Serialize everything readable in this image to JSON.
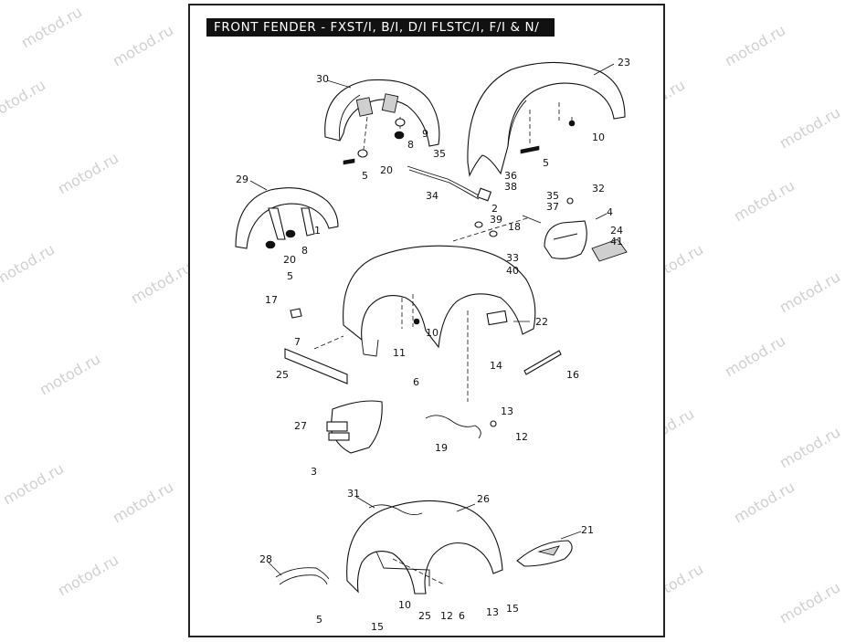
{
  "title": "FRONT FENDER - FXST/I, B/I, D/I FLSTC/I, F/I & N/",
  "watermark": "motod.ru",
  "callouts": {
    "c1": "1",
    "c2": "2",
    "c3": "3",
    "c4": "4",
    "c5a": "5",
    "c5b": "5",
    "c5c": "5",
    "c5d": "5",
    "c6a": "6",
    "c6b": "6",
    "c7": "7",
    "c8a": "8",
    "c8b": "8",
    "c9": "9",
    "c10a": "10",
    "c10b": "10",
    "c10c": "10",
    "c11": "11",
    "c12a": "12",
    "c12b": "12",
    "c13a": "13",
    "c13b": "13",
    "c14": "14",
    "c15a": "15",
    "c15b": "15",
    "c16": "16",
    "c17": "17",
    "c18": "18",
    "c19": "19",
    "c20a": "20",
    "c20b": "20",
    "c21": "21",
    "c22": "22",
    "c23": "23",
    "c24": "24",
    "c25a": "25",
    "c25b": "25",
    "c26": "26",
    "c27": "27",
    "c28": "28",
    "c29": "29",
    "c30": "30",
    "c31": "31",
    "c32": "32",
    "c33": "33",
    "c34": "34",
    "c35a": "35",
    "c35b": "35",
    "c36": "36",
    "c37": "37",
    "c38": "38",
    "c39": "39",
    "c40": "40",
    "c41": "41"
  }
}
